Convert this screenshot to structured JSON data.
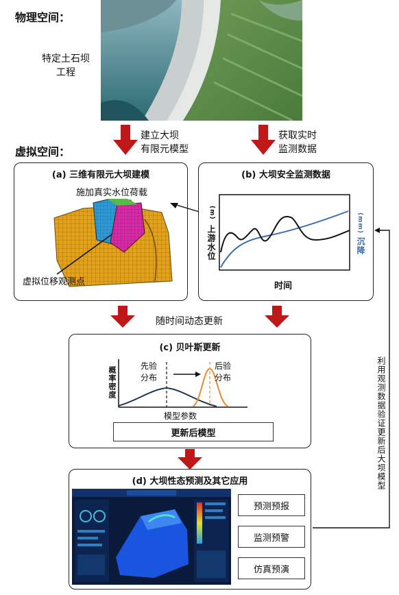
{
  "physical": {
    "label": "物理空间：",
    "dam_label": "特定土石坝\n工程"
  },
  "virtual": {
    "label": "虚拟空间："
  },
  "arrows": {
    "build_model": "建立大坝\n有限元模型",
    "get_monitoring": "获取实时\n监测数据",
    "dynamic_update": "随时间动态更新",
    "feedback": "利用观测数据验证更新后大坝模型"
  },
  "panel_a": {
    "title": "(a) 三维有限元大坝建模",
    "water_load": "施加真实水位荷载",
    "virtual_point": "虚拟位移观测点"
  },
  "panel_b": {
    "title": "(b) 大坝安全监测数据",
    "y_left": "上游水位",
    "y_left_unit": "(m)",
    "y_right": "沉降",
    "y_right_unit": "(mm)",
    "x_label": "时间",
    "colors": {
      "water": "#111111",
      "settlement": "#3a6bb0"
    }
  },
  "panel_c": {
    "title": "(c) 贝叶斯更新",
    "prior": "先验\n分布",
    "posterior": "后验\n分布",
    "y_label": "概率密度",
    "x_label": "模型参数",
    "updated_model": "更新后模型",
    "colors": {
      "prior": "#1f3554",
      "posterior": "#e88a30"
    }
  },
  "panel_d": {
    "title": "(d) 大坝性态预测及其它应用",
    "apps": [
      "预测预报",
      "监测预警",
      "仿真预演"
    ]
  },
  "colors": {
    "arrow": "#c01818"
  }
}
